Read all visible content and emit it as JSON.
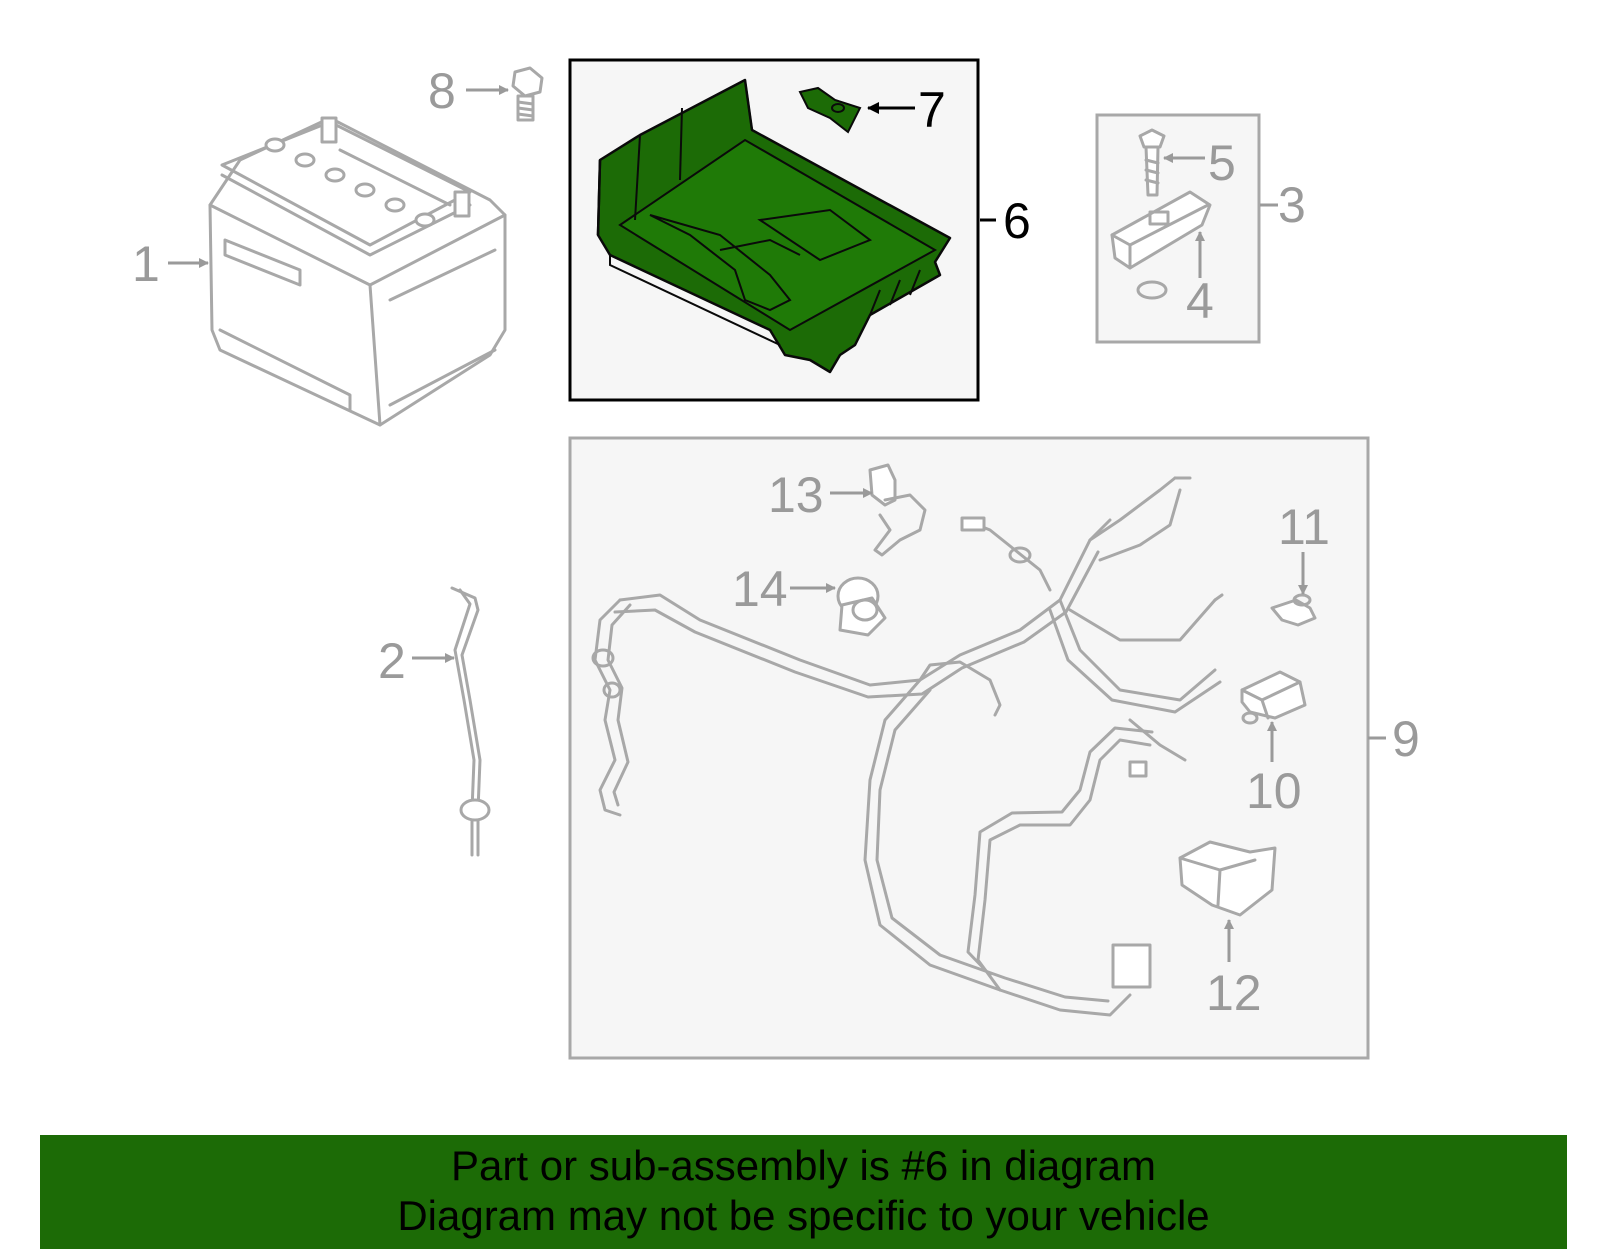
{
  "callouts": {
    "c1": "1",
    "c2": "2",
    "c3": "3",
    "c4": "4",
    "c5": "5",
    "c6": "6",
    "c7": "7",
    "c8": "8",
    "c9": "9",
    "c10": "10",
    "c11": "11",
    "c12": "12",
    "c13": "13",
    "c14": "14"
  },
  "highlighted_part": "6",
  "colors": {
    "highlight_fill": "#1c6b06",
    "banner_bg": "#1c6b06",
    "line_art": "#a8a8a8",
    "panel_bg": "#f6f6f6"
  },
  "banner": {
    "line1": "Part or sub-assembly is #6 in diagram",
    "line2": "Diagram may not be specific to your vehicle"
  }
}
